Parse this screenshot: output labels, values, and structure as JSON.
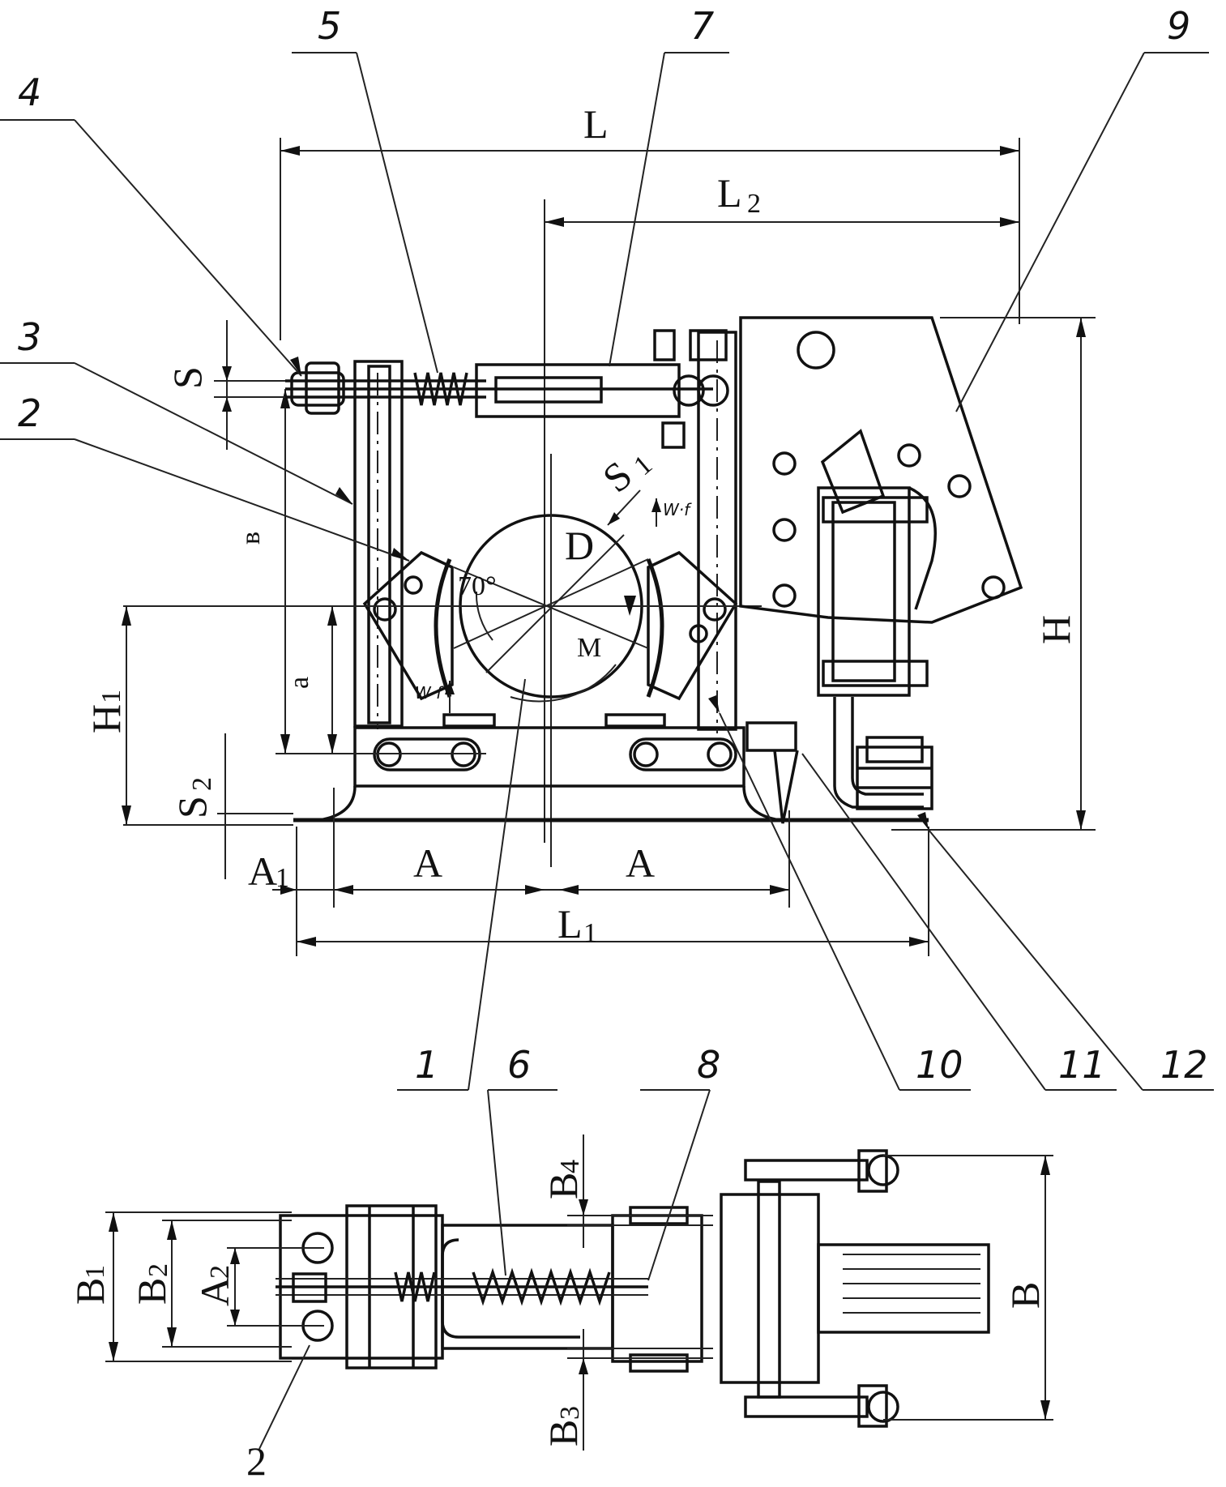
{
  "colors": {
    "ink": "#111111",
    "paper": "#ffffff"
  },
  "callouts": {
    "c1": "1",
    "c2": "2",
    "c3": "3",
    "c4": "4",
    "c5": "5",
    "c6": "6",
    "c7": "7",
    "c8": "8",
    "c9": "9",
    "c10": "10",
    "c11": "11",
    "c12": "12"
  },
  "side_view": {
    "dim_L": "L",
    "dim_L2": "L",
    "dim_L2_sub": "2",
    "dim_L1": "L",
    "dim_L1_sub": "1",
    "dim_H": "H",
    "dim_H1": "H",
    "dim_H1_sub": "1",
    "dim_S": "S",
    "dim_S1": "S",
    "dim_S1_sub": "1",
    "dim_S2": "S",
    "dim_S2_sub": "2",
    "dim_A_left": "A",
    "dim_A_right": "A",
    "dim_A1": "A",
    "dim_A1_sub": "1",
    "dim_a": "a",
    "dim_b": "в",
    "dim_D": "D",
    "angle": "70°",
    "moment": "M",
    "force_top": "W·f",
    "force_bottom": "W·f"
  },
  "plan_view": {
    "dim_B": "B",
    "dim_B1": "B",
    "dim_B1_sub": "1",
    "dim_B2": "B",
    "dim_B2_sub": "2",
    "dim_B3": "B",
    "dim_B3_sub": "3",
    "dim_B4": "B",
    "dim_B4_sub": "4",
    "dim_A2": "A",
    "dim_A2_sub": "2",
    "label_2": "2"
  }
}
